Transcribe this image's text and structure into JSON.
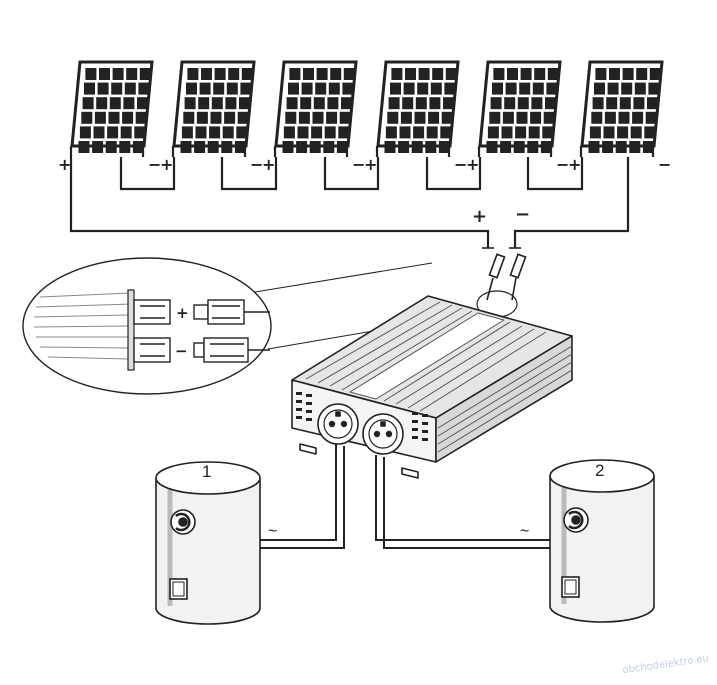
{
  "panels": [
    {
      "plus": "+",
      "minus": "−"
    },
    {
      "plus": "+",
      "minus": "−"
    },
    {
      "plus": "+",
      "minus": "−"
    },
    {
      "plus": "+",
      "minus": "−"
    },
    {
      "plus": "+",
      "minus": "−"
    },
    {
      "plus": "+",
      "minus": "−"
    }
  ],
  "inverter_input": {
    "plus": "+",
    "minus": "−"
  },
  "connector_detail": {
    "plus": "+",
    "minus": "−"
  },
  "heaters": [
    {
      "number": "1",
      "ac_symbol": "~",
      "knob_icon": "thermostat-knob-icon",
      "switch_icon": "power-switch-icon"
    },
    {
      "number": "2",
      "ac_symbol": "~",
      "knob_icon": "thermostat-knob-icon",
      "switch_icon": "power-switch-icon"
    }
  ],
  "watermark": "obchodelektro.eu",
  "colors": {
    "line": "#222222",
    "background": "#ffffff",
    "watermark": "#c3cde6"
  }
}
